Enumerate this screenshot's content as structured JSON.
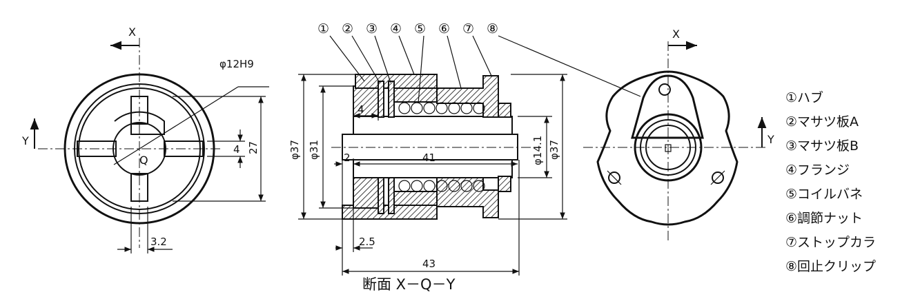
{
  "part_numbers": [
    "①",
    "②",
    "③",
    "④",
    "⑤",
    "⑥",
    "⑦",
    "⑧"
  ],
  "legend": [
    "①ハブ",
    "②マサツ板A",
    "③マサツ板B",
    "④フランジ",
    "⑤コイルバネ",
    "⑥調節ナット",
    "⑦ストップカラ",
    "⑧回止クリップ"
  ],
  "section_title": "断面 X－Q－Y",
  "axes": {
    "x": "X",
    "y": "Y",
    "center": "Q"
  },
  "dimensions": {
    "bore": "φ12H9",
    "slot_width": "4",
    "slot_height": "27",
    "slot_offset": "3.2",
    "outer_dia": "φ37",
    "flange_dia": "φ31",
    "hub_step": "4",
    "gap": "2",
    "hub_length": "41",
    "shaft_dia": "φ14.1",
    "right_dia": "φ37",
    "plate_thickness": "2.5",
    "total_length": "43"
  }
}
